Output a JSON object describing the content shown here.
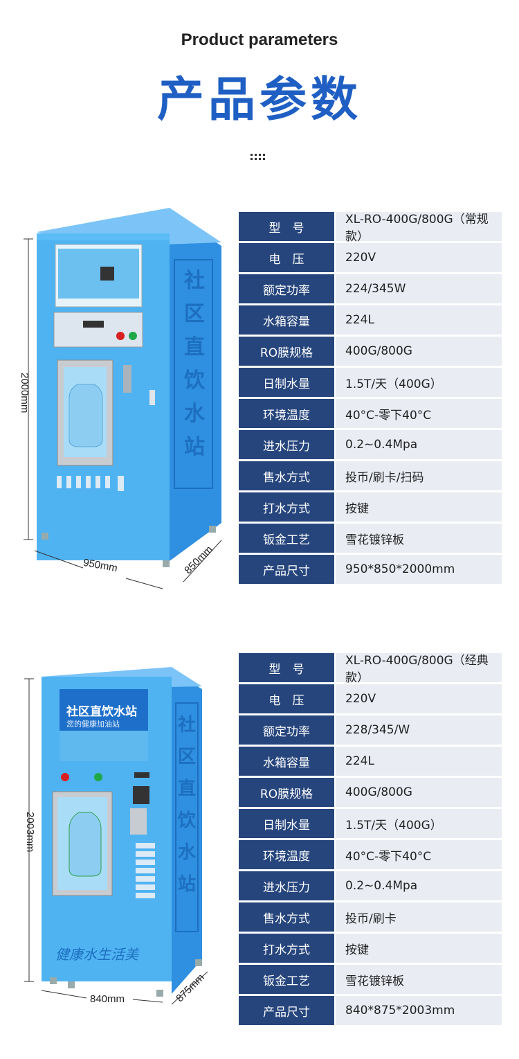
{
  "header": {
    "en_title": "Product parameters",
    "cn_title": "产品参数"
  },
  "machines": [
    {
      "dims": {
        "height": "2000mm",
        "width": "950mm",
        "depth": "850mm"
      },
      "side_text": "社区直饮水站",
      "specs": [
        {
          "label": "型　号",
          "value": "XL-RO-400G/800G（常规款）"
        },
        {
          "label": "电　压",
          "value": "220V"
        },
        {
          "label": "额定功率",
          "value": "224/345W"
        },
        {
          "label": "水箱容量",
          "value": "224L"
        },
        {
          "label": "RO膜规格",
          "value": "400G/800G"
        },
        {
          "label": "日制水量",
          "value": "1.5T/天（400G）"
        },
        {
          "label": "环境温度",
          "value": "40°C-零下40°C"
        },
        {
          "label": "进水压力",
          "value": "0.2~0.4Mpa"
        },
        {
          "label": "售水方式",
          "value": "投币/刷卡/扫码"
        },
        {
          "label": "打水方式",
          "value": "按键"
        },
        {
          "label": "钣金工艺",
          "value": "雪花镀锌板"
        },
        {
          "label": "产品尺寸",
          "value": "950*850*2000mm"
        }
      ]
    },
    {
      "dims": {
        "height": "2003mm",
        "width": "840mm",
        "depth": "875mm"
      },
      "side_text": "社区直饮水站",
      "screen_title": "社区直饮水站",
      "screen_sub": "您的健康加油站",
      "slogan": "健康水生活美",
      "specs": [
        {
          "label": "型　号",
          "value": "XL-RO-400G/800G（经典款）"
        },
        {
          "label": "电　压",
          "value": "220V"
        },
        {
          "label": "额定功率",
          "value": "228/345/W"
        },
        {
          "label": "水箱容量",
          "value": "224L"
        },
        {
          "label": "RO膜规格",
          "value": "400G/800G"
        },
        {
          "label": "日制水量",
          "value": "1.5T/天（400G）"
        },
        {
          "label": "环境温度",
          "value": "40°C-零下40°C"
        },
        {
          "label": "进水压力",
          "value": "0.2~0.4Mpa"
        },
        {
          "label": "售水方式",
          "value": "投币/刷卡"
        },
        {
          "label": "打水方式",
          "value": "按键"
        },
        {
          "label": "钣金工艺",
          "value": "雪花镀锌板"
        },
        {
          "label": "产品尺寸",
          "value": "840*875*2003mm"
        }
      ]
    }
  ]
}
